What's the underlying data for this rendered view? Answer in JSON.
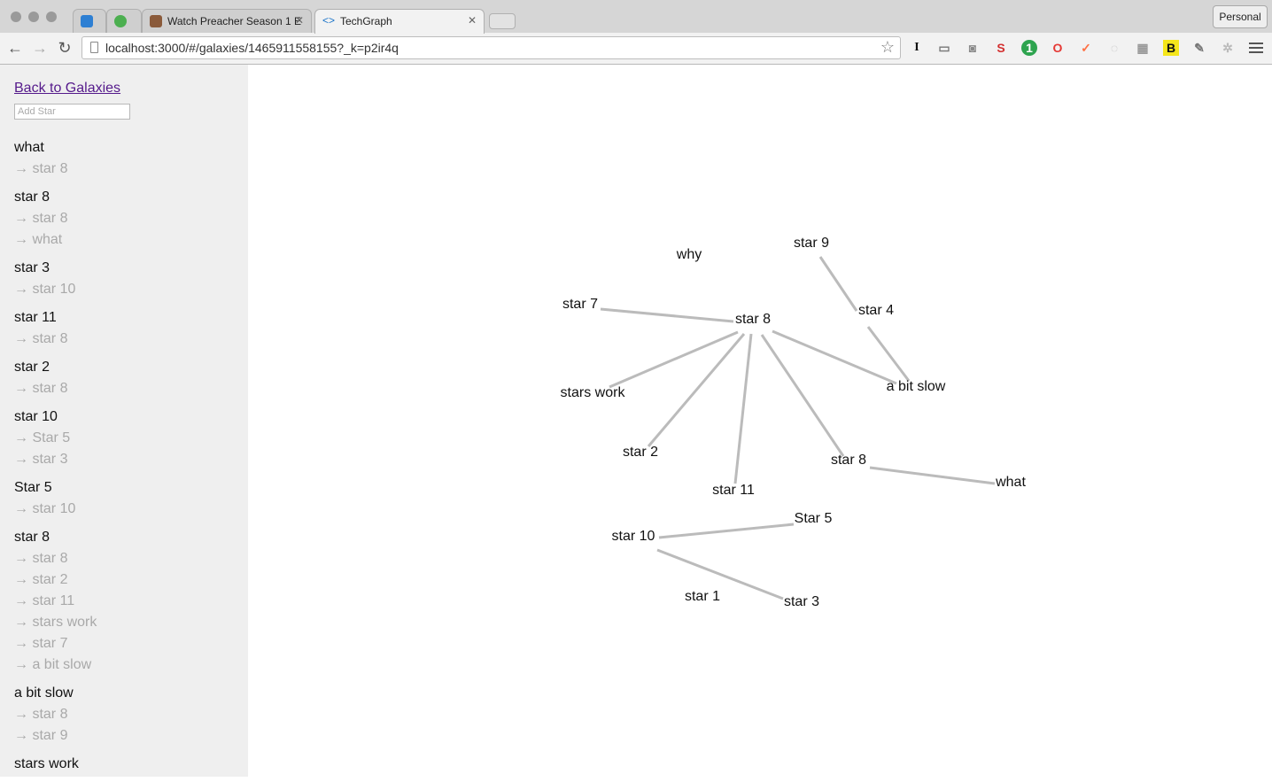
{
  "browser": {
    "tabs": [
      {
        "title": ""
      },
      {
        "title": ""
      },
      {
        "title": "Watch Preacher Season 1 E"
      },
      {
        "title": "TechGraph"
      }
    ],
    "profile_label": "Personal",
    "url": "localhost:3000/#/galaxies/1465911558155?_k=p2ir4q"
  },
  "sidebar": {
    "back_label": "Back to Galaxies",
    "add_placeholder": "Add Star",
    "stars": [
      {
        "name": "what",
        "links": [
          "→ star 8"
        ]
      },
      {
        "name": "star 8",
        "links": [
          "→ star 8",
          "→ what"
        ]
      },
      {
        "name": "star 3",
        "links": [
          "→ star 10"
        ]
      },
      {
        "name": "star 11",
        "links": [
          "→ star 8"
        ]
      },
      {
        "name": "star 2",
        "links": [
          "→ star 8"
        ]
      },
      {
        "name": "star 10",
        "links": [
          "→ Star 5",
          "→ star 3"
        ]
      },
      {
        "name": "Star 5",
        "links": [
          "→ star 10"
        ]
      },
      {
        "name": "star 8",
        "links": [
          "→ star 8",
          "→ star 2",
          "→ star 11",
          "→ stars work",
          "→ star 7",
          "→ a bit slow"
        ]
      },
      {
        "name": "a bit slow",
        "links": [
          "→ star 8",
          "→ star 9"
        ]
      },
      {
        "name": "stars work",
        "links": []
      }
    ]
  },
  "graph": {
    "edge_color": "#bbbbbb",
    "nodes": [
      {
        "id": "n_why",
        "label": "why"
      },
      {
        "id": "n_star9",
        "label": "star 9"
      },
      {
        "id": "n_star7",
        "label": "star 7"
      },
      {
        "id": "n_star8a",
        "label": "star 8"
      },
      {
        "id": "n_star4",
        "label": "star 4"
      },
      {
        "id": "n_starswork",
        "label": "stars work"
      },
      {
        "id": "n_abitslow",
        "label": "a bit slow"
      },
      {
        "id": "n_star2",
        "label": "star 2"
      },
      {
        "id": "n_star8b",
        "label": "star 8"
      },
      {
        "id": "n_what",
        "label": "what"
      },
      {
        "id": "n_star11",
        "label": "star 11"
      },
      {
        "id": "n_star5",
        "label": "Star 5"
      },
      {
        "id": "n_star10",
        "label": "star 10"
      },
      {
        "id": "n_star1",
        "label": "star 1"
      },
      {
        "id": "n_star3",
        "label": "star 3"
      }
    ]
  }
}
